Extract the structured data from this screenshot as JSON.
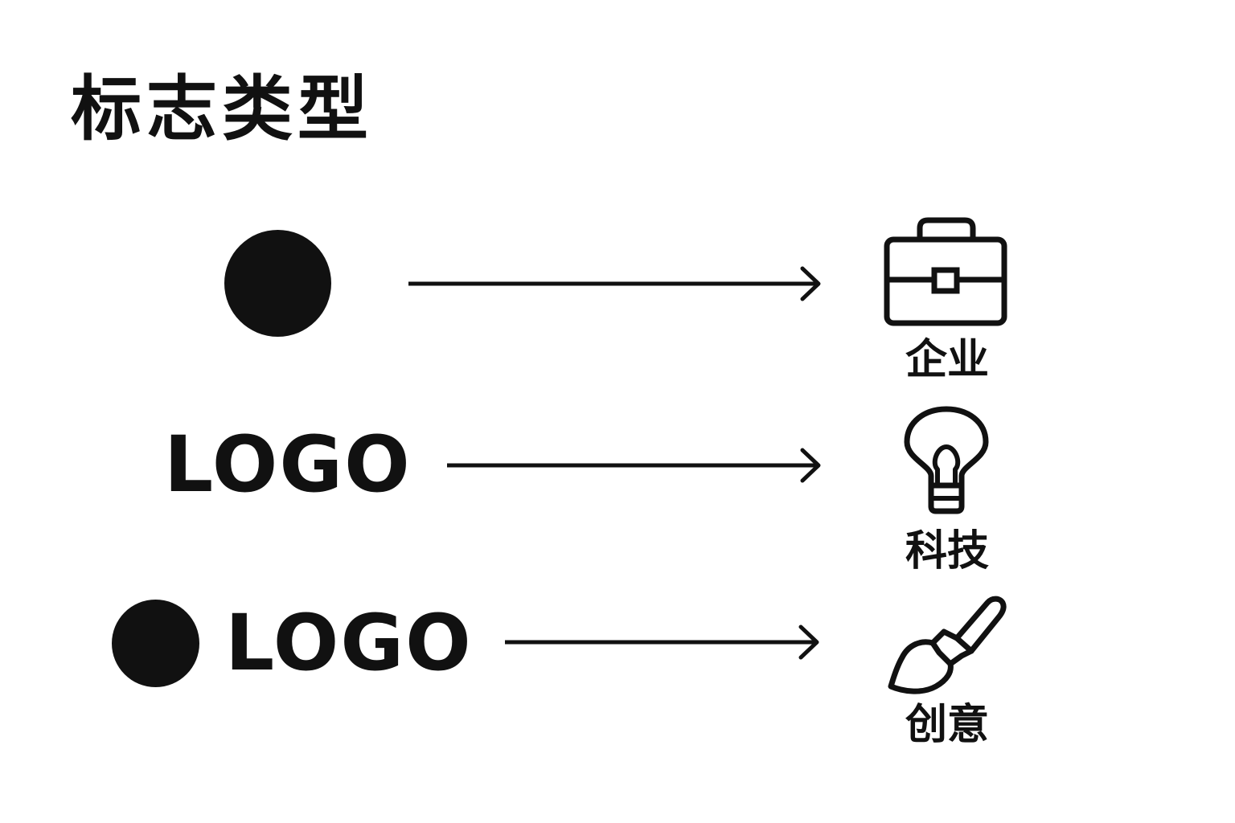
{
  "title": "标志类型",
  "rows": [
    {
      "logo_kind": "symbol",
      "icon": "briefcase-icon",
      "label": "企业"
    },
    {
      "logo_kind": "wordmark",
      "logo_text": "LOGO",
      "icon": "lightbulb-icon",
      "label": "科技"
    },
    {
      "logo_kind": "combination",
      "logo_text": "LOGO",
      "icon": "paintbrush-icon",
      "label": "创意"
    }
  ],
  "colors": {
    "ink": "#111111",
    "background": "#ffffff"
  }
}
